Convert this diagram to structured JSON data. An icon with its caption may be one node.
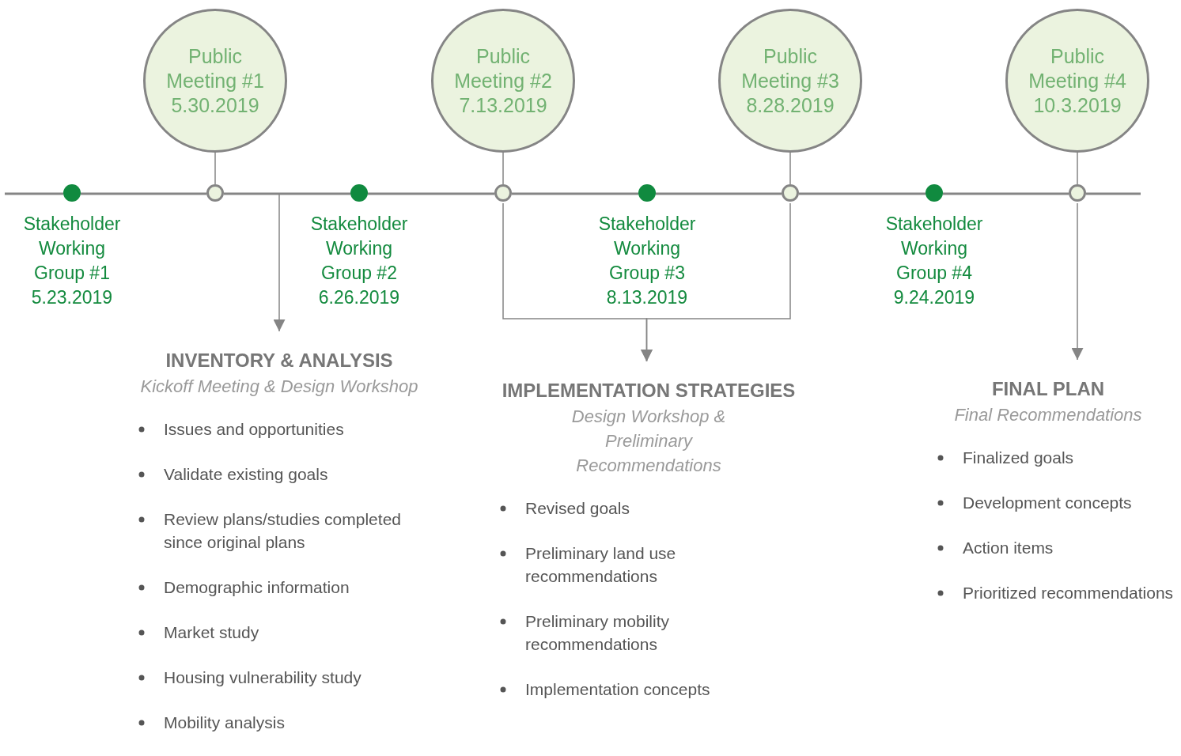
{
  "diagram": {
    "nodes": [
      {
        "text": [
          "Public Meeting #1 5.30.2019"
        ]
      },
      {
        "text": [
          "Public Meeting #2 7.13.2019"
        ]
      },
      {
        "text": [
          "Public Meeting #3 8.28.2019"
        ]
      },
      {
        "text": [
          "Public Meeting #4 10.3.2019"
        ]
      },
      {
        "text": [],
        "shape": "circle",
        "beside": [
          "Stakeholder Working Group #1 5.23.2019"
        ]
      },
      {
        "text": [],
        "shape": "circle"
      },
      {
        "text": [],
        "shape": "circle",
        "beside": [
          "Stakeholder Working Group #2 6.26.2019"
        ]
      },
      {
        "text": [],
        "shape": "circle"
      },
      {
        "text": [],
        "shape": "circle",
        "beside": [
          "Stakeholder Working Group #3 8.13.2019"
        ]
      },
      {
        "text": [],
        "shape": "circle"
      },
      {
        "text": [],
        "shape": "circle",
        "beside": [
          "Stakeholder Working Group #4 9.24.2019"
        ]
      },
      {
        "text": [],
        "shape": "circle"
      },
      {
        "text": [
          "INVENTORY & ANALYSIS",
          "Kickoff Meeting & Design Workshop",
          "Issues and opportunities",
          "Validate existing goals",
          "Review plans/studies completed since original plans",
          "Demographic information",
          "Market study",
          "Housing vulnerability study",
          "Mobility analysis"
        ]
      },
      {
        "text": [
          "IMPLEMENTATION STRATEGIES",
          "Design Workshop & Preliminary Recommendations",
          "Revised goals",
          "Preliminary land use recommendations",
          "Preliminary mobility recommendations",
          "Implementation concepts"
        ]
      },
      {
        "text": [
          "FINAL PLAN",
          "Final Recommendations",
          "Finalized goals",
          "Development concepts",
          "Action items",
          "Prioritized recommendations"
        ]
      }
    ],
    "edges": [
      {
        "from": 0,
        "to": 5,
        "arrow": "none"
      },
      {
        "from": 1,
        "to": 7,
        "arrow": "none"
      },
      {
        "from": 2,
        "to": 9,
        "arrow": "none"
      },
      {
        "from": 3,
        "to": 11,
        "arrow": "none"
      },
      {
        "from": null,
        "to": 4,
        "arrow": "none"
      },
      {
        "from": 4,
        "to": 5,
        "arrow": "none"
      },
      {
        "from": 5,
        "to": 6,
        "arrow": "none"
      },
      {
        "from": 6,
        "to": 7,
        "arrow": "none"
      },
      {
        "from": 7,
        "to": 8,
        "arrow": "none"
      },
      {
        "from": 8,
        "to": 9,
        "arrow": "none"
      },
      {
        "from": 9,
        "to": 10,
        "arrow": "none"
      },
      {
        "from": 10,
        "to": 11,
        "arrow": "none"
      },
      {
        "from": 11,
        "to": null,
        "arrow": "none"
      },
      {
        "from": null,
        "to": 12,
        "arrow": "to"
      },
      {
        "from": 7,
        "to": 13,
        "arrow": "to"
      },
      {
        "from": 9,
        "to": 13,
        "arrow": "to"
      },
      {
        "from": 11,
        "to": 14,
        "arrow": "to"
      }
    ]
  }
}
